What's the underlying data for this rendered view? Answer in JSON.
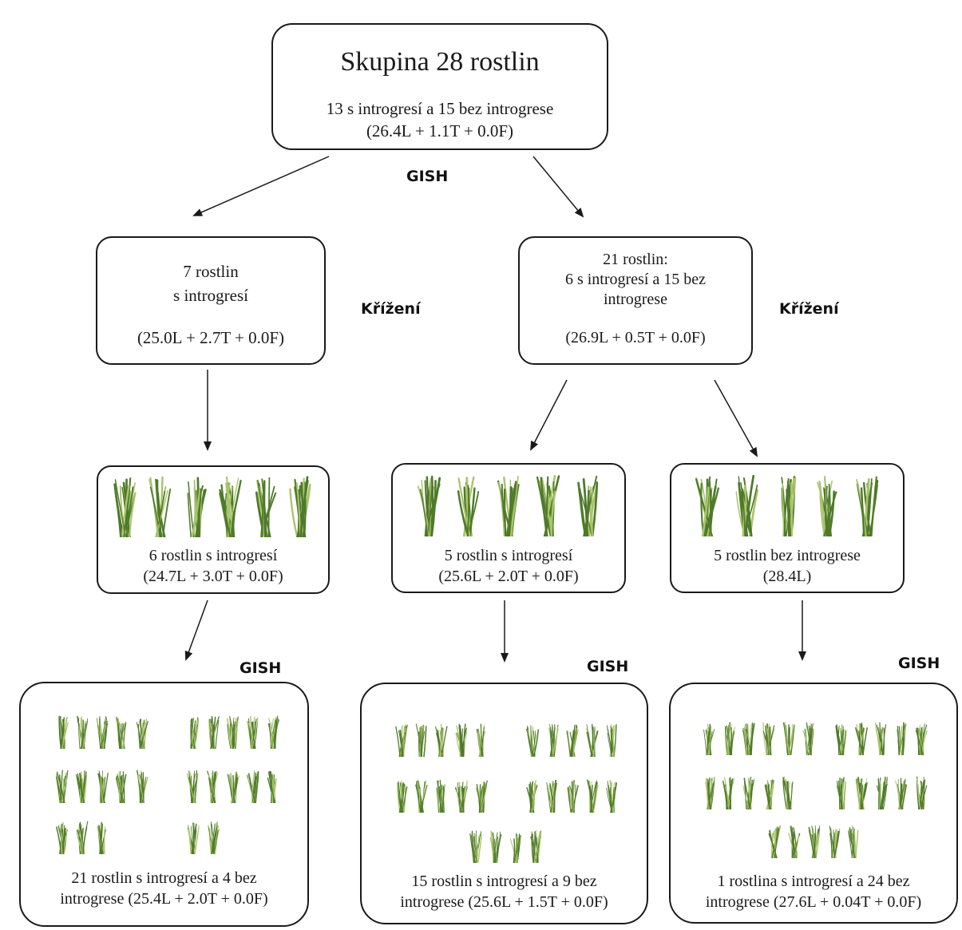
{
  "root": {
    "title": "Skupina 28 rostlin",
    "line1": "13 s introgresí a 15 bez introgrese",
    "formula": "(26.4L + 1.1T + 0.0F)"
  },
  "labels": {
    "gish": "GISH",
    "crossing": "Křížení"
  },
  "level2": {
    "left": {
      "line1": "7 rostlin",
      "line2": "s introgresí",
      "formula": "(25.0L + 2.7T + 0.0F)"
    },
    "right": {
      "line1": "21 rostlin:",
      "line2": "6 s introgresí a 15 bez",
      "line3": "introgrese",
      "formula": "(26.9L + 0.5T + 0.0F)"
    }
  },
  "level3": {
    "a": {
      "plants": 6,
      "line1": "6 rostlin s introgresí",
      "line2": "(24.7L + 3.0T + 0.0F)"
    },
    "b": {
      "plants": 5,
      "line1": "5 rostlin s introgresí",
      "line2": "(25.6L + 2.0T + 0.0F)"
    },
    "c": {
      "plants": 5,
      "line1": "5 rostlin bez introgrese",
      "line2": "(28.4L)"
    }
  },
  "level4": {
    "a": {
      "plants": 25,
      "line1": "21 rostlin s introgresí a 4 bez",
      "line2": "introgrese (25.4L + 2.0T + 0.0F)"
    },
    "b": {
      "plants": 24,
      "line1": "15 rostlin s introgresí a 9 bez",
      "line2": "introgrese (25.6L + 1.5T + 0.0F)"
    },
    "c": {
      "plants": 25,
      "line1": "1 rostlina s introgresí a 24 bez",
      "line2": "introgrese (27.6L + 0.04T + 0.0F)"
    }
  },
  "colors": {
    "plant_dark": "#4f7a2a",
    "plant_light": "#a9c46a",
    "line": "#1a1a1a"
  }
}
